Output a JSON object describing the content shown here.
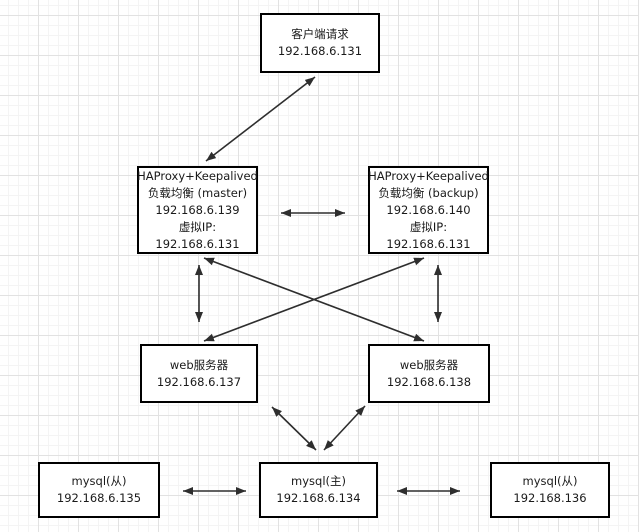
{
  "diagram": {
    "title": "HAProxy + Keepalived load-balanced web and MySQL architecture",
    "nodes": {
      "client": {
        "lines": [
          "客户端请求",
          "192.168.6.131"
        ]
      },
      "lb_master": {
        "lines": [
          "HAProxy+Keepalived",
          "负载均衡 (master)",
          "192.168.6.139",
          "虚拟IP:",
          "192.168.6.131"
        ]
      },
      "lb_backup": {
        "lines": [
          "HAProxy+Keepalived",
          "负载均衡 (backup)",
          "192.168.6.140",
          "虚拟IP:",
          "192.168.6.131"
        ]
      },
      "web1": {
        "lines": [
          "web服务器",
          "192.168.6.137"
        ]
      },
      "web2": {
        "lines": [
          "web服务器",
          "192.168.6.138"
        ]
      },
      "mysql_slave_left": {
        "lines": [
          "mysql(从)",
          "192.168.6.135"
        ]
      },
      "mysql_master": {
        "lines": [
          "mysql(主)",
          "192.168.6.134"
        ]
      },
      "mysql_slave_right": {
        "lines": [
          "mysql(从)",
          "192.168.136"
        ]
      }
    },
    "edges": [
      {
        "from": "client",
        "to": "lb_master",
        "type": "bidirectional"
      },
      {
        "from": "lb_master",
        "to": "lb_backup",
        "type": "bidirectional"
      },
      {
        "from": "lb_master",
        "to": "web1",
        "type": "bidirectional"
      },
      {
        "from": "lb_backup",
        "to": "web2",
        "type": "bidirectional"
      },
      {
        "from": "lb_master",
        "to": "web2",
        "type": "bidirectional"
      },
      {
        "from": "lb_backup",
        "to": "web1",
        "type": "bidirectional"
      },
      {
        "from": "web1",
        "to": "mysql_master",
        "type": "bidirectional"
      },
      {
        "from": "web2",
        "to": "mysql_master",
        "type": "bidirectional"
      },
      {
        "from": "mysql_slave_left",
        "to": "mysql_master",
        "type": "bidirectional"
      },
      {
        "from": "mysql_master",
        "to": "mysql_slave_right",
        "type": "bidirectional"
      }
    ],
    "colors": {
      "background": "#ffffff",
      "grid_major": "#e2e2e2",
      "grid_minor": "#f4f4f4",
      "node_fill": "#ffffff",
      "node_border": "#000000",
      "node_text": "#1a1a1a",
      "arrow": "#2e2e2e"
    }
  }
}
